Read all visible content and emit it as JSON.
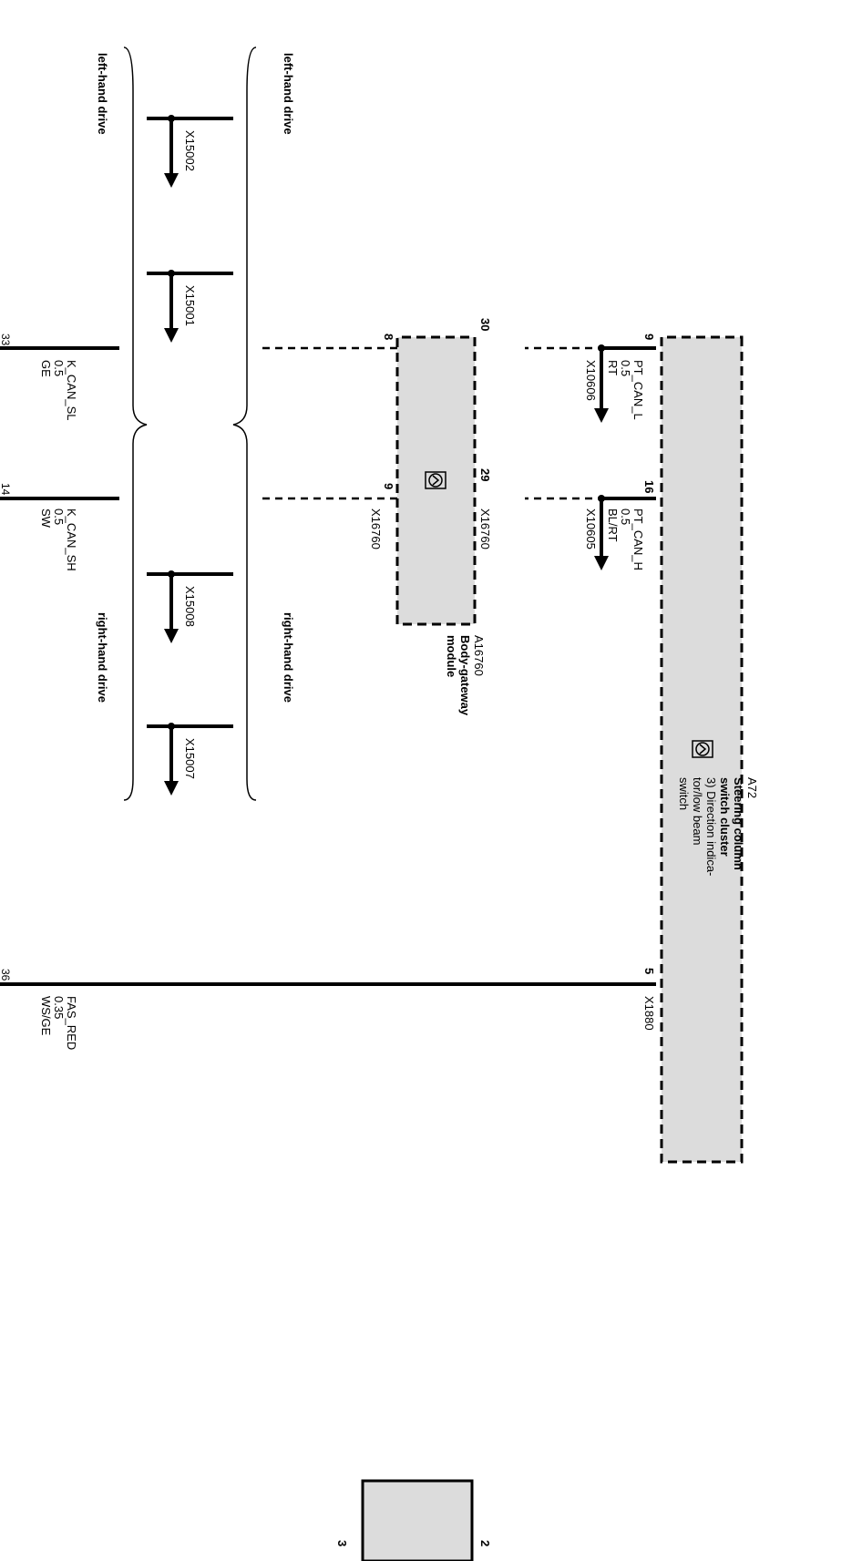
{
  "labels": {
    "lhd_left": "left-hand drive",
    "lhd_right": "left-hand drive",
    "rhd_left": "right-hand drive",
    "rhd_right": "right-hand drive",
    "x15002": "X15002",
    "x15001": "X15001",
    "x15008": "X15008",
    "x15007": "X15007",
    "x10606": "X10606",
    "x10605": "X10605",
    "x16760_a": "X16760",
    "x16760_b": "X16760",
    "x1880": "X1880",
    "pin_8": "8",
    "pin_9_gw": "9",
    "pin_30": "30",
    "pin_29": "29",
    "pin_9_sc": "9",
    "pin_16": "16",
    "pin_5": "5",
    "pin_33": "33",
    "pin_14": "14",
    "pin_36": "36",
    "pin_2": "2",
    "pin_3": "3",
    "k_can_sl": {
      "name": "K_CAN_SL",
      "size": "0.5",
      "color": "GE"
    },
    "k_can_sh": {
      "name": "K_CAN_SH",
      "size": "0.5",
      "color": "SW"
    },
    "pt_can_l": {
      "name": "PT_CAN_L",
      "size": "0.5",
      "color": "RT"
    },
    "pt_can_h": {
      "name": "PT_CAN_H",
      "size": "0.5",
      "color": "BL/RT"
    },
    "fas_red": {
      "name": "FAS_RED",
      "size": "0.35",
      "color": "WS/GE"
    },
    "gateway": {
      "id": "A16760",
      "line1": "Body-gateway",
      "line2": "module"
    },
    "steering": {
      "id": "A72",
      "line1": "Steering column",
      "line2": "switch cluster",
      "line3": "3) Direction indica-",
      "line4": "tor/low beam",
      "line5": "switch"
    }
  },
  "colors": {
    "line": "#000000",
    "module_fill": "#dcdcdc"
  }
}
